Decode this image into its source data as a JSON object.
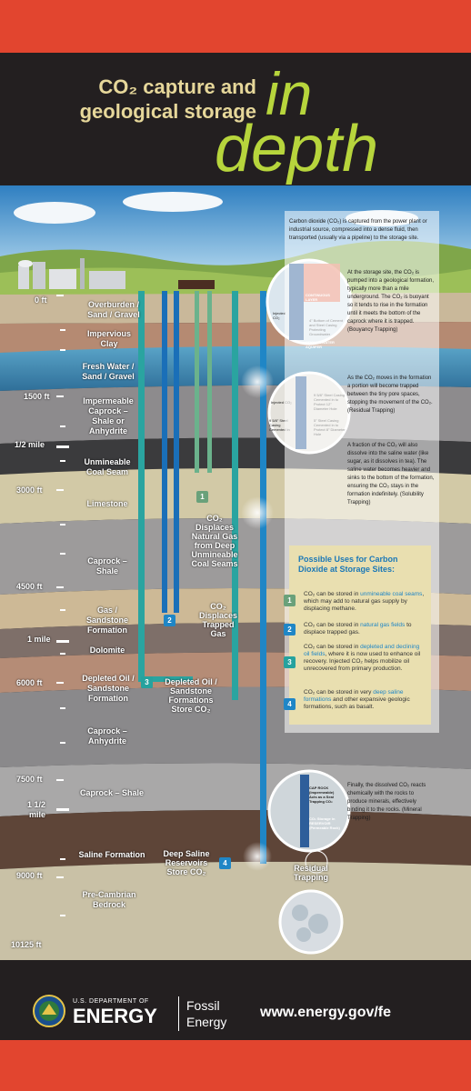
{
  "header": {
    "title_line1": "CO₂ capture and",
    "title_line2": "geological storage",
    "title_in": "in",
    "title_depth": "depth"
  },
  "layers": [
    {
      "label": "Overburden /\nSand / Gravel"
    },
    {
      "label": "Impervious\nClay"
    },
    {
      "label": "Fresh Water /\nSand / Gravel"
    },
    {
      "label": "Impermeable\nCaprock –\nShale or\nAnhydrite"
    },
    {
      "label": "Unmineable\nCoal Seam"
    },
    {
      "label": "Limestone"
    },
    {
      "label": "Caprock –\nShale"
    },
    {
      "label": "Gas /\nSandstone\nFormation"
    },
    {
      "label": "Dolomite"
    },
    {
      "label": "Depleted Oil /\nSandstone\nFormation"
    },
    {
      "label": "Caprock –\nAnhydrite"
    },
    {
      "label": "Caprock – Shale"
    },
    {
      "label": "Saline Formation"
    },
    {
      "label": "Pre-Cambrian\nBedrock"
    }
  ],
  "depths": [
    "0 ft",
    "1500 ft",
    "1/2 mile",
    "3000 ft",
    "4500 ft",
    "1 mile",
    "6000 ft",
    "7500 ft",
    "1 1/2\nmile",
    "9000 ft",
    "10125 ft"
  ],
  "annotations": {
    "a1": "CO₂\nDisplaces\nNatural Gas\nfrom Deep\nUnmineable\nCoal Seams",
    "a2": "CO₂\nDisplaces\nTrapped\nGas",
    "a3": "Depleted Oil /\nSandstone\nFormations\nStore CO₂",
    "a4": "Deep Saline\nReservoirs\nStore CO₂",
    "residual": "Residual\nTrapping",
    "b1": "1",
    "b2": "2",
    "b3": "3",
    "b4": "4"
  },
  "panel": {
    "p1": "Carbon dioxide (CO₂) is captured from the power plant or industrial source, compressed into a dense fluid, then transported (usually via a pipeline) to the storage site.",
    "p2": "At the storage site, the CO₂ is pumped into a geological formation, typically more than a mile underground. The CO₂ is buoyant so it tends to rise in the formation until it meets the bottom of the caprock where it is trapped. (Bouyancy Trapping)",
    "p3": "As the CO₂ moves in the formation a portion will become trapped between the tiny pore spaces, stopping the movement of the CO₂. (Residual Trapping)",
    "p4": "A fraction of the CO₂ will also dissolve into the saline water (like sugar, as it dissolves in tea). The saline water becomes heavier and sinks to the bottom of the formation, ensuring the CO₂ stays in the formation indefinitely. (Solubility Trapping)",
    "p5": "Finally, the dissolved CO₂ reacts chemically with the rocks to produce minerals, effectively binding it to the rocks. (Mineral Trapping)"
  },
  "inset_labels": {
    "i1a": "CONTINUOUS LAYER",
    "i1b": "Injected CO₂",
    "i1c": "4\" Bottom of Cement and Steel Casing Protecting Groundwater",
    "i1d": "GROUNDWATER AQUIFER",
    "i2a": "9 5/8\" Steel Casing Cemented in to Protect 12\" Diameter Hole",
    "i2b": "9 5/8\" Steel Casing Cemented in",
    "i2c": "5\" Steel Casing Cemented in to Protect 8\" Diameter Hole",
    "i2d": "Injected CO₂",
    "i3a": "CAP ROCK (Impermeable) Acts as a Seal Trapping CO₂",
    "i3b": "CO₂ Storage in RESERVOIR (Permeable Rock)"
  },
  "uses": {
    "title": "Possible Uses for Carbon Dioxide at Storage Sites:",
    "items": [
      {
        "n": "1",
        "pre": "CO₂ can be stored in ",
        "hl": "unmineable coal seams",
        "post": ", which may add to natural gas supply by displacing methane."
      },
      {
        "n": "2",
        "pre": "CO₂ can be stored in ",
        "hl": "natural gas fields",
        "post": " to displace trapped gas."
      },
      {
        "n": "3",
        "pre": "CO₂ can be stored in ",
        "hl": "depleted and declining oil fields",
        "post": ", where it is now used to enhance oil recovery. Injected CO₂ helps mobilize oil unrecovered from primary production."
      },
      {
        "n": "4",
        "pre": "CO₂ can be stored in very ",
        "hl": "deep saline formations",
        "post": " and other expansive geologic formations, such as basalt."
      }
    ]
  },
  "footer": {
    "doe_small": "U.S. DEPARTMENT OF",
    "doe_big": "ENERGY",
    "fe1": "Fossil",
    "fe2": "Energy",
    "url": "www.energy.gov/fe"
  },
  "colors": {
    "red": "#e2452f",
    "dark": "#231f20",
    "title_tan": "#e6d79a",
    "title_green": "#b7d53c",
    "pipe_teal": "#2aa4a0",
    "pipe_blue": "#1a6fb8",
    "pipe_green": "#6bb28c",
    "badge_green": "#6aa17a",
    "badge_blue": "#1f86c6",
    "badge_teal": "#26a29e",
    "uses_bg": "#e9dfb0",
    "uses_title": "#1b78b7"
  }
}
